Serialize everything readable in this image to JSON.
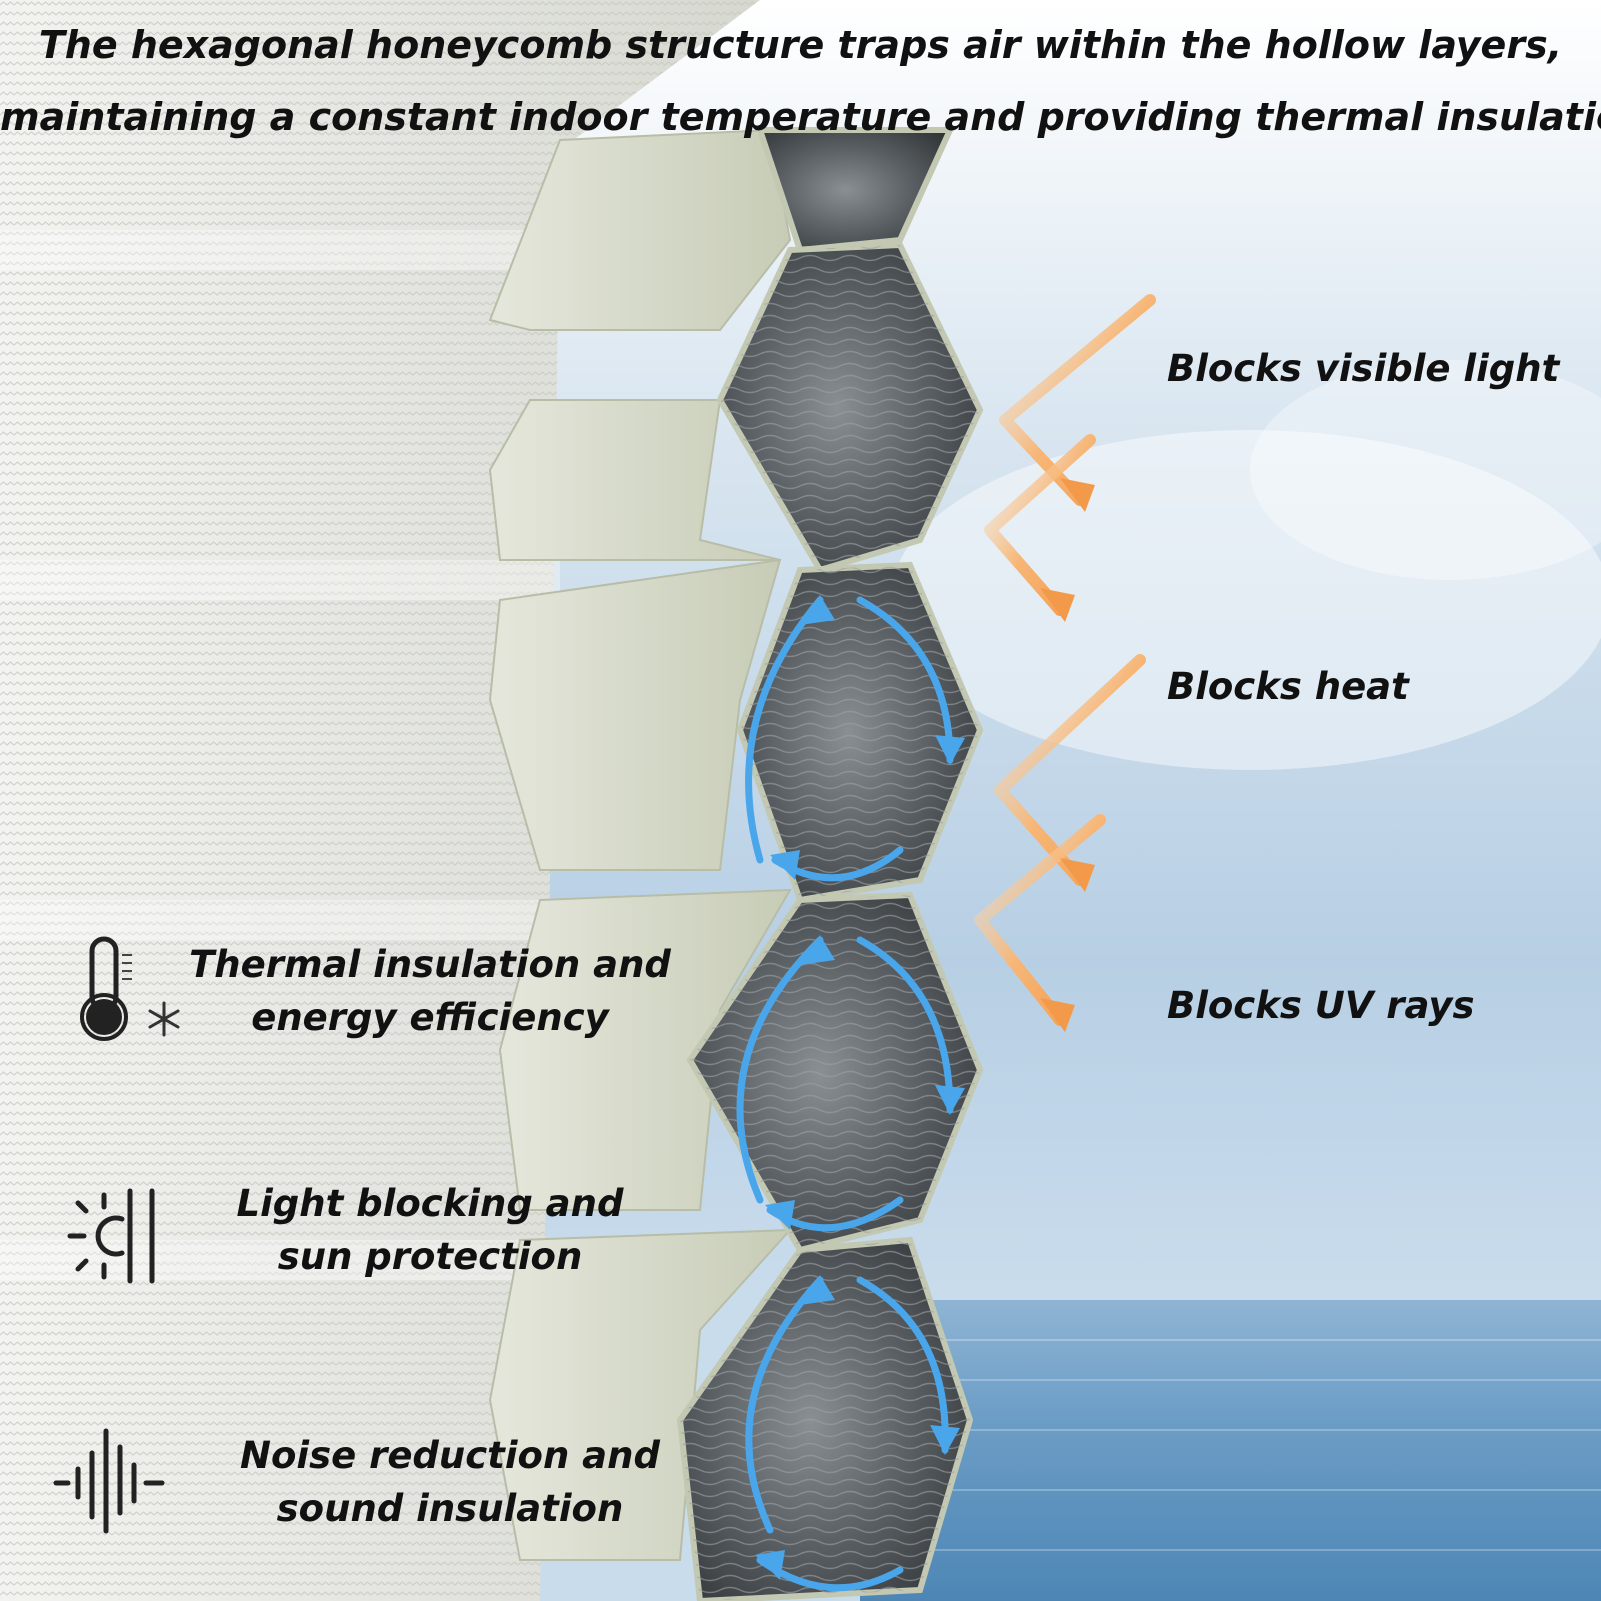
{
  "headline": {
    "line1": "The hexagonal honeycomb structure traps air within the hollow layers,",
    "line2": "maintaining a constant indoor temperature and providing thermal insulation"
  },
  "right_labels": [
    {
      "text": "Blocks visible light"
    },
    {
      "text": "Blocks heat"
    },
    {
      "text": "Blocks UV rays"
    }
  ],
  "features": [
    {
      "icon": "thermometer-snowflake-icon",
      "line1": "Thermal insulation and",
      "line2": "energy efficiency"
    },
    {
      "icon": "sun-blind-icon",
      "line1": "Light blocking and",
      "line2": "sun protection"
    },
    {
      "icon": "sound-wave-icon",
      "line1": "Noise reduction and",
      "line2": "sound insulation"
    }
  ],
  "colors": {
    "sky_top": "#c6d9ea",
    "sea": "#5f95bf",
    "fabric_light": "#e2e5dc",
    "fabric_green": "#cfd4bf",
    "cell_interior": "#4e5255",
    "orange_arrow": "#f3a45c",
    "blue_arrow": "#4aa6ea"
  }
}
